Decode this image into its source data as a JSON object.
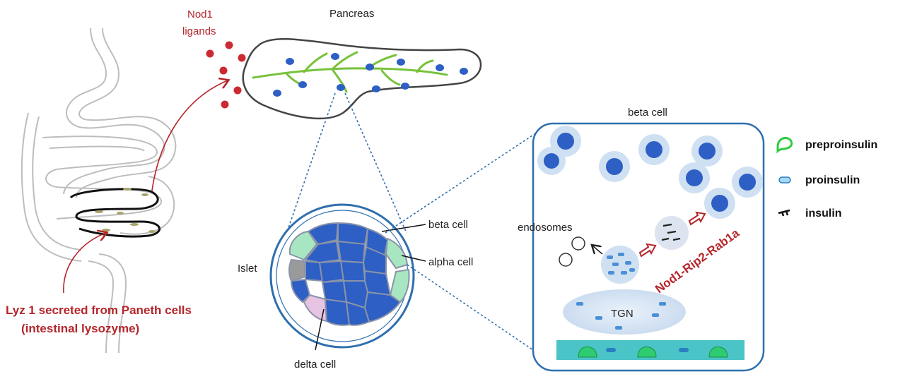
{
  "labels": {
    "nod1_ligands_line1": "Nod1",
    "nod1_ligands_line2": "ligands",
    "pancreas": "Pancreas",
    "beta_cell_title": "beta cell",
    "islet": "Islet",
    "islet_beta_cell": "beta cell",
    "islet_alpha_cell": "alpha cell",
    "islet_delta_cell": "delta cell",
    "endosomes": "endosomes",
    "tgn": "TGN",
    "pathway": "Nod1-Rip2-Rab1a",
    "lyz_line1": "Lyz 1 secreted from Paneth cells",
    "lyz_line2": "(intestinal lysozyme)"
  },
  "legend": [
    {
      "label": "preproinsulin",
      "icon": "preproinsulin-icon"
    },
    {
      "label": "proinsulin",
      "icon": "proinsulin-icon"
    },
    {
      "label": "insulin",
      "icon": "insulin-icon"
    }
  ],
  "colors": {
    "red_accent": "#b5262b",
    "cell_blue": "#2d5fc4",
    "outline_blue": "#2f6fae",
    "green_duct": "#78c23c",
    "alpha_green": "#a8e6c2",
    "delta_pink": "#e7c3e4",
    "membrane_teal": "#4ac4c6"
  }
}
